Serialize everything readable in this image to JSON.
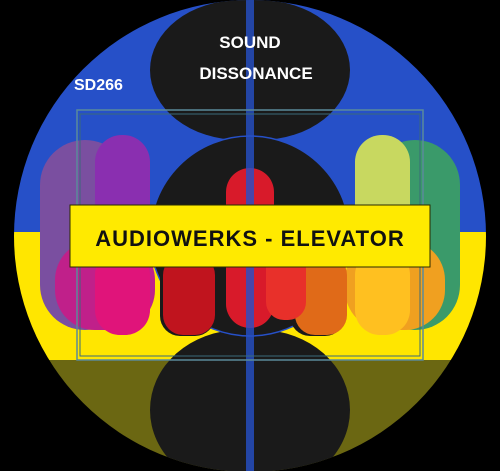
{
  "label": {
    "catalog_number": "SD266",
    "label_name_line1": "SOUND",
    "label_name_line2": "DISSONANCE",
    "release_title": "AUDIOWERKS - ELEVATOR"
  },
  "colors": {
    "background": "#000000",
    "blue": "#2650c8",
    "yellow": "#ffe600",
    "olive": "#6b6712",
    "release_banner": "#ffea00",
    "release_text": "#111111",
    "label_text": "#ffffff"
  }
}
